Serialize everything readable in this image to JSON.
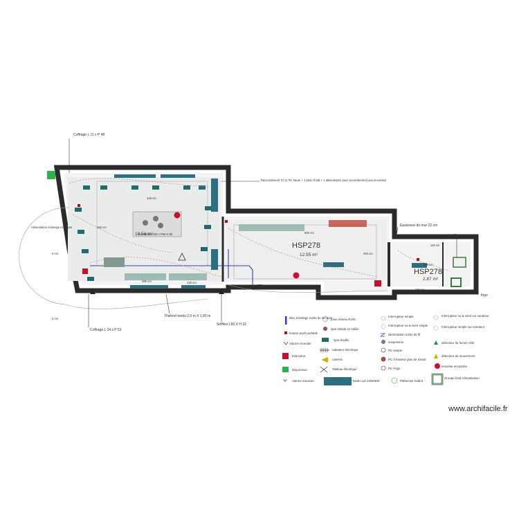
{
  "annotations": {
    "coffrage_top": "Coffrage L 11 x P 48",
    "coffrage_bottom": "Coffrage L 24 x P 53",
    "plafond": "Plafond tendu 2,5 m X 1,90 m",
    "soffites": "Soffites L60 X H 32",
    "raccordement": "Raccordement TV (1 PC haute + 1 prise RJ45 + 1 alimentation pour raccordement) aux enceintes",
    "alimentation_enseigne": "Alimentation éclairage enseigne",
    "epaisseur": "Epaisseur du mur 22 cm",
    "chauffe_eau": "chauffe-eau",
    "frigo": "frigo",
    "zero_cm_1": "0 cm",
    "zero_cm_2": "0 cm"
  },
  "rooms": [
    {
      "id": "main",
      "area": "18.54 m²",
      "subtitle": "Comptoir L100 x P50 H 90"
    },
    {
      "id": "center",
      "hsp": "HSP278",
      "area": "12.55 m²"
    },
    {
      "id": "small",
      "hsp": "HSP278",
      "area": "2.87 m²"
    }
  ],
  "dimensions": [
    "249 cm",
    "380 cm",
    "378 cm",
    "500 cm",
    "294 cm",
    "118 cm",
    "228 cm",
    "249 cm",
    "128 cm",
    "182 cm"
  ],
  "legend": {
    "items": [
      "Bloc éclairage sortie de secours",
      "prise réseau RJ45",
      "Interrupteur simple",
      "Interrupteur va & vient sur variateur",
      "bouton push portable",
      "spot simple en saillie",
      "Interrupteur va & vient simple",
      "Interrupteur simple sur variateur",
      "Alarme incendie",
      "spot double",
      "alimentation sortie de fil",
      "suspension",
      "détecteur de fumée relié",
      "Extincteur",
      "radiateur électrique",
      "PC simple",
      "détecteur de mouvement",
      "caméra",
      "PC à hauteur plan de travail",
      "enceinte encastrée",
      "Disjoncteur",
      "Tableau électrique",
      "PC Frigo",
      "Alarme intrusion",
      "Dalle Led 1200/300",
      "Plafonnier hublot",
      "Groupe froid Climatisation"
    ]
  },
  "watermark": "www.archifacile.fr"
}
